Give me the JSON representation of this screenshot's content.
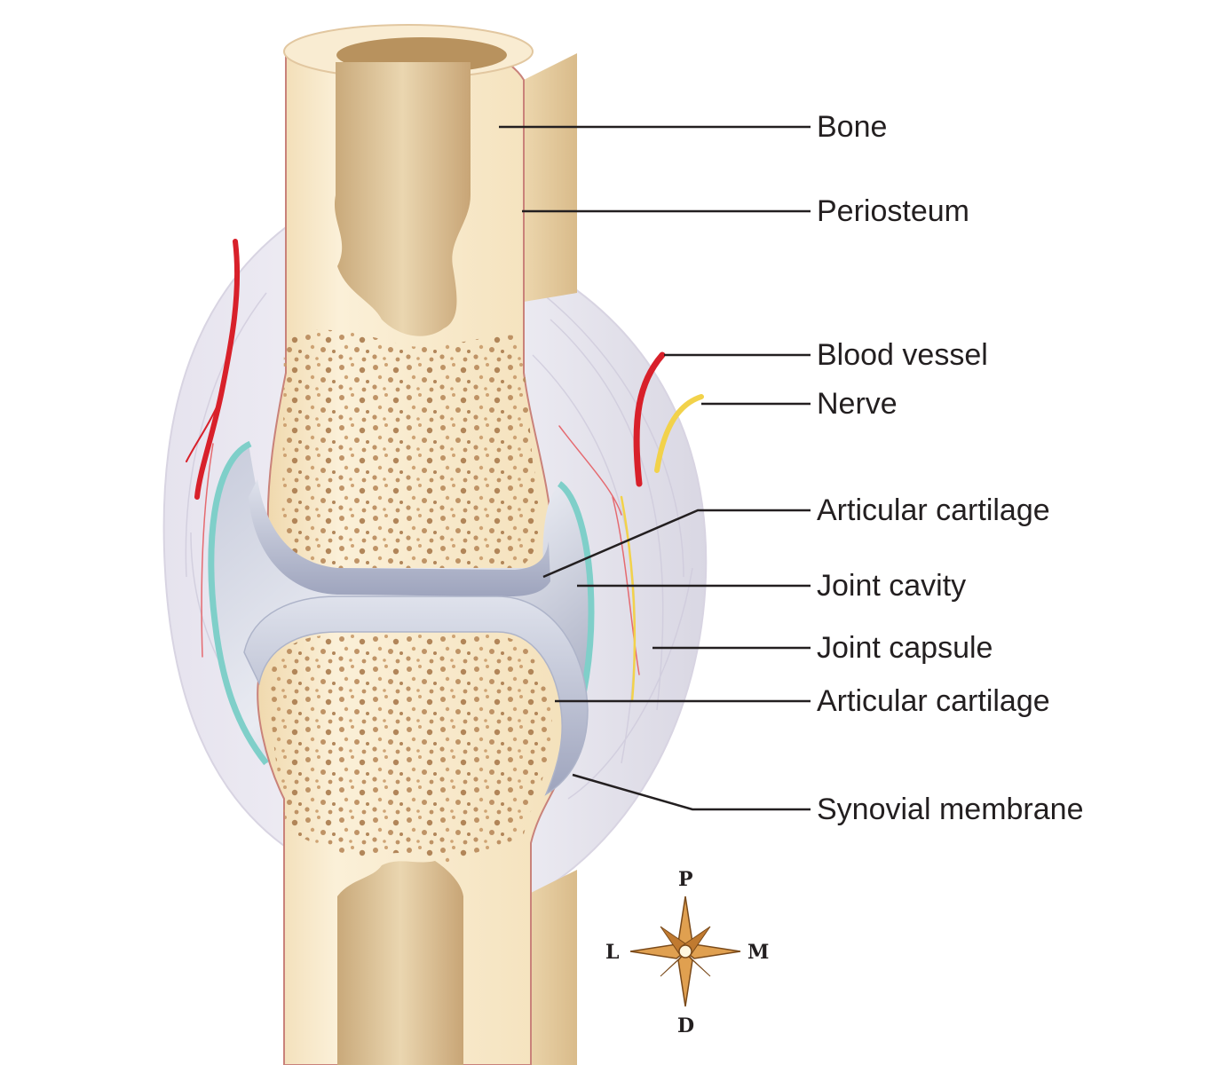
{
  "labels": {
    "bone": "Bone",
    "periosteum": "Periosteum",
    "blood_vessel": "Blood vessel",
    "nerve": "Nerve",
    "articular_cartilage_upper": "Articular cartilage",
    "joint_cavity": "Joint cavity",
    "joint_capsule": "Joint capsule",
    "articular_cartilage_lower": "Articular cartilage",
    "synovial_membrane": "Synovial membrane"
  },
  "compass": {
    "proximal": "P",
    "distal": "D",
    "lateral": "L",
    "medial": "M"
  },
  "colors": {
    "bone": "#f6e7c8",
    "marrow": "#dcc29a",
    "spongy_dots": "#b8895a",
    "cartilage": "#aeb4c9",
    "capsule": "#ececf2",
    "synovial": "#7fcfc9",
    "blood_vessel": "#d8202a",
    "nerve": "#f2d24a",
    "leader_line": "#231f20"
  }
}
